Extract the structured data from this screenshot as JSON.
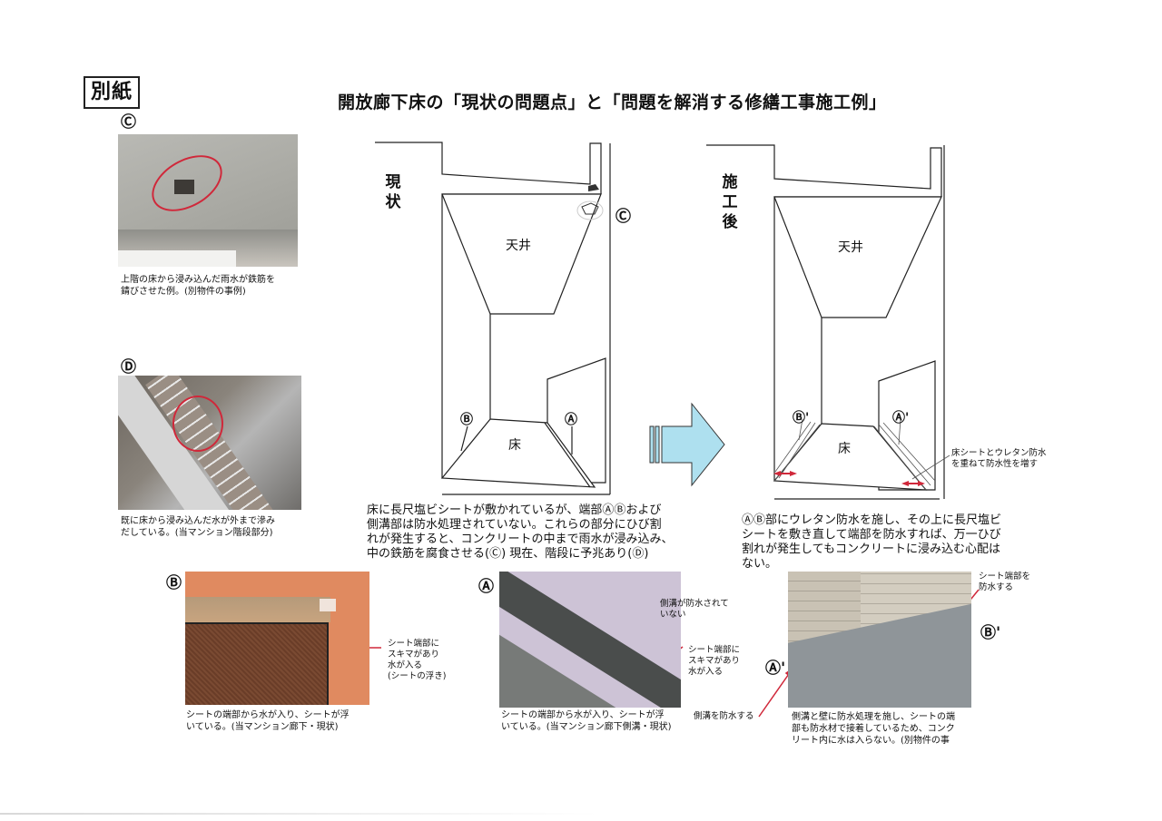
{
  "document": {
    "tag": "別紙",
    "title": "開放廊下床の「現状の問題点」と「問題を解消する修繕工事施工例」"
  },
  "photos": {
    "c": {
      "marker": "Ⓒ",
      "caption_lines": [
        "上階の床から浸み込んだ雨水が鉄筋を",
        "錆びさせた例。(別物件の事例)"
      ]
    },
    "d": {
      "marker": "Ⓓ",
      "caption_lines": [
        "既に床から浸み込んだ水が外まで滲み",
        "だしている。(当マンション階段部分)"
      ]
    },
    "b": {
      "marker": "Ⓑ",
      "note_lines": [
        "シート端部に",
        "スキマがあり",
        "水が入る",
        "(シートの浮き)"
      ],
      "caption_lines": [
        "シートの端部から水が入り、シートが浮",
        "いている。(当マンション廊下・現状)"
      ]
    },
    "a": {
      "marker": "Ⓐ",
      "note1_lines": [
        "側溝が防水されて",
        "いない"
      ],
      "note2_lines": [
        "シート端部に",
        "スキマがあり",
        "水が入る"
      ],
      "caption_lines": [
        "シートの端部から水が入り、シートが浮",
        "いている。(当マンション廊下側溝・現状)"
      ]
    },
    "after": {
      "marker_a": "Ⓐ'",
      "marker_b": "Ⓑ'",
      "note_b_lines": [
        "シート端部を",
        "防水する"
      ],
      "note_a": "側溝を防水する",
      "caption_lines": [
        "側溝と壁に防水処理を施し、シートの端",
        "部も防水材で接着しているため、コンク",
        "リート内に水は入らない。(別物件の事"
      ]
    }
  },
  "diagram_current": {
    "label": [
      "現",
      "状"
    ],
    "ceiling": "天井",
    "floor": "床",
    "marker_a": "Ⓐ",
    "marker_b": "Ⓑ",
    "marker_c": "Ⓒ",
    "description_lines": [
      "床に長尺塩ビシートが敷かれているが、端部ⒶⒷおよび",
      "側溝部は防水処理されていない。これらの部分にひび割",
      "れが発生すると、コンクリートの中まで雨水が浸み込み、",
      "中の鉄筋を腐食させる(Ⓒ) 現在、階段に予兆あり(Ⓓ)"
    ]
  },
  "diagram_after": {
    "label": [
      "施",
      "工",
      "後"
    ],
    "ceiling": "天井",
    "floor": "床",
    "marker_a": "Ⓐ'",
    "marker_b": "Ⓑ'",
    "note_lines": [
      "床シートとウレタン防水",
      "を重ねて防水性を増す"
    ],
    "description_lines": [
      "ⒶⒷ部にウレタン防水を施し、その上に長尺塩ビ",
      "シートを敷き直して端部を防水すれば、万一ひび",
      "割れが発生してもコンクリートに浸み込む心配は",
      "ない。"
    ]
  },
  "colors": {
    "arrow_fill": "#aee0ef",
    "annotation_red": "#d0283a",
    "line": "#222222"
  }
}
